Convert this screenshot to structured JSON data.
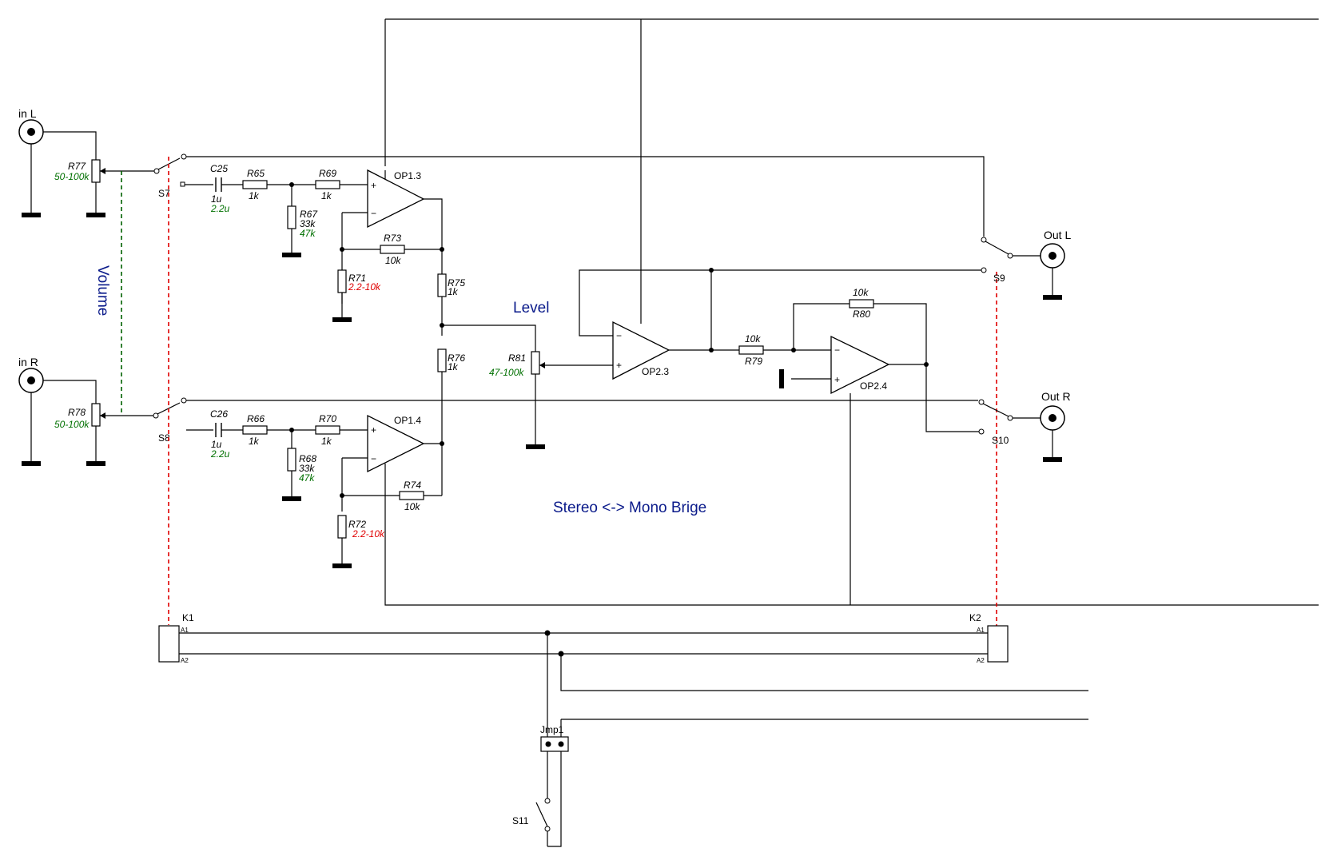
{
  "labels": {
    "in_l": "in L",
    "in_r": "in R",
    "out_l": "Out L",
    "out_r": "Out R",
    "volume": "Volume",
    "level": "Level",
    "bridge": "Stereo <-> Mono Brige",
    "s7": "S7",
    "s8": "S8",
    "s9": "S9",
    "s10": "S10",
    "s11": "S11",
    "k1": "K1",
    "k2": "K2",
    "jmp1": "Jmp1",
    "a1": "A1",
    "a2": "A2",
    "op13": "OP1.3",
    "op14": "OP1.4",
    "op23": "OP2.3",
    "op24": "OP2.4",
    "plus": "+",
    "minus": "−"
  },
  "components": {
    "r77": {
      "name": "R77",
      "val": "50-100k"
    },
    "r78": {
      "name": "R78",
      "val": "50-100k"
    },
    "c25": {
      "name": "C25",
      "val1": "1u",
      "val2": "2.2u"
    },
    "c26": {
      "name": "C26",
      "val1": "1u",
      "val2": "2.2u"
    },
    "r65": {
      "name": "R65",
      "val": "1k"
    },
    "r66": {
      "name": "R66",
      "val": "1k"
    },
    "r69": {
      "name": "R69",
      "val": "1k"
    },
    "r70": {
      "name": "R70",
      "val": "1k"
    },
    "r67": {
      "name": "R67",
      "val1": "33k",
      "val2": "47k"
    },
    "r68": {
      "name": "R68",
      "val1": "33k",
      "val2": "47k"
    },
    "r73": {
      "name": "R73",
      "val": "10k"
    },
    "r74": {
      "name": "R74",
      "val": "10k"
    },
    "r71": {
      "name": "R71",
      "val": "2.2-10k"
    },
    "r72": {
      "name": "R72",
      "val": "2.2-10k"
    },
    "r75": {
      "name": "R75",
      "val": "1k"
    },
    "r76": {
      "name": "R76",
      "val": "1k"
    },
    "r81": {
      "name": "R81",
      "val": "47-100k"
    },
    "r79": {
      "name": "R79",
      "val": "10k"
    },
    "r80": {
      "name": "R80",
      "val": "10k"
    }
  },
  "colors": {
    "red_link": "#e00000",
    "green_link": "#006000",
    "blue_text": "#0a1a8a",
    "green_text": "#007000"
  }
}
